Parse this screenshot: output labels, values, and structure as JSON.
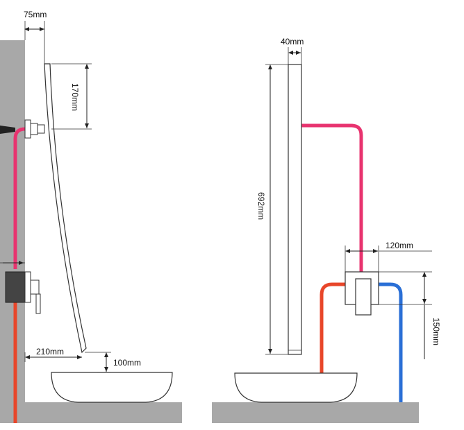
{
  "colors": {
    "hot_pipe": "#e8462a",
    "mixed_pipe": "#e8336f",
    "cold_pipe": "#2a6fd6",
    "wall": "#a8a8a8",
    "counter": "#a8a8a8",
    "outline": "#333333"
  },
  "side_view": {
    "wall_offset_label": "75mm",
    "panel_top_height_label": "170mm",
    "spout_reach_label": "210mm",
    "spout_clearance_label": "100mm"
  },
  "front_view": {
    "panel_width_label": "40mm",
    "panel_height_label": "692mm",
    "valve_width_label": "120mm",
    "valve_height_label": "150mm"
  }
}
